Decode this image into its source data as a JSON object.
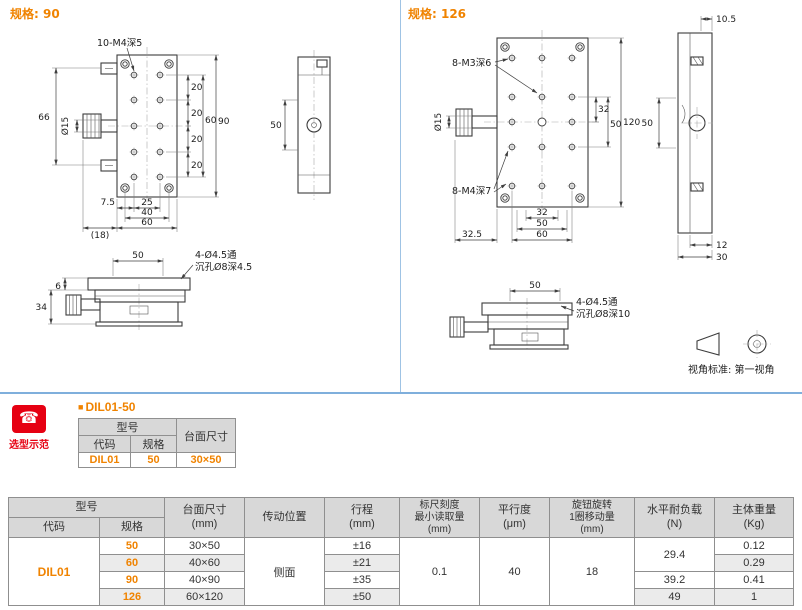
{
  "page": {
    "accent_orange": "#f08300",
    "divider_blue": "#7fafdc",
    "badge_red": "#e60012"
  },
  "drawing_left": {
    "spec_label": "规格: 90",
    "callout_holes": "10-M4深5",
    "dim_dia15": "Ø15",
    "dim_66": "66",
    "dim_20": "20",
    "dim_60_right": "60",
    "dim_90": "90",
    "dim_7_5": "7.5",
    "dim_25": "25",
    "dim_40": "40",
    "dim_60_bottom": "60",
    "dim_18": "(18)",
    "side_dim_50": "50",
    "front_dim_50": "50",
    "front_callout_line1": "4-Ø4.5通",
    "front_callout_line2": "沉孔Ø8深4.5",
    "front_dim_6": "6",
    "front_dim_34": "34"
  },
  "drawing_right": {
    "spec_label": "规格: 126",
    "callout_m3": "8-M3深6",
    "callout_m4": "8-M4深7",
    "dim_dia15": "Ø15",
    "dim_32_right": "32",
    "dim_50_right": "50",
    "dim_120": "120",
    "dim_32_bottom": "32",
    "dim_50_bottom": "50",
    "dim_60_bottom": "60",
    "dim_32_5": "32.5",
    "side_dim_10_5": "10.5",
    "side_dim_50": "50",
    "side_dim_12": "12",
    "side_dim_30": "30",
    "front_dim_50": "50",
    "front_callout_line1": "4-Ø4.5通",
    "front_callout_line2": "沉孔Ø8深10"
  },
  "view_note": "视角标准: 第一视角",
  "selection": {
    "icon_glyph": "☎",
    "icon_label": "选型示范",
    "bullet": "■",
    "title": "DIL01-50",
    "table": {
      "model_header": "型号",
      "code_header": "代码",
      "spec_header": "规格",
      "size_header": "台面尺寸",
      "code_value": "DIL01",
      "spec_value": "50",
      "size_value": "30×50"
    }
  },
  "main_table": {
    "headers": {
      "model": "型号",
      "code": "代码",
      "spec": "规格",
      "table_size": "台面尺寸\n(mm)",
      "drive_position": "传动位置",
      "travel": "行程\n(mm)",
      "scale_min": "标尺刻度\n最小读取量\n(mm)",
      "parallelism": "平行度\n(μm)",
      "knob_move": "旋钮旋转\n1圈移动量\n(mm)",
      "load": "水平耐负载\n(N)",
      "weight": "主体重量\n(Kg)"
    },
    "code_value": "DIL01",
    "shared": {
      "drive_position": "侧面",
      "scale_min": "0.1",
      "parallelism": "40",
      "knob_move": "18"
    },
    "loads": {
      "l50_60": "29.4",
      "l90": "39.2",
      "l126": "49"
    },
    "rows": [
      {
        "spec": "50",
        "size": "30×50",
        "travel": "±16",
        "weight": "0.12"
      },
      {
        "spec": "60",
        "size": "40×60",
        "travel": "±21",
        "weight": "0.29"
      },
      {
        "spec": "90",
        "size": "40×90",
        "travel": "±35",
        "weight": "0.41"
      },
      {
        "spec": "126",
        "size": "60×120",
        "travel": "±50",
        "weight": "1"
      }
    ]
  }
}
